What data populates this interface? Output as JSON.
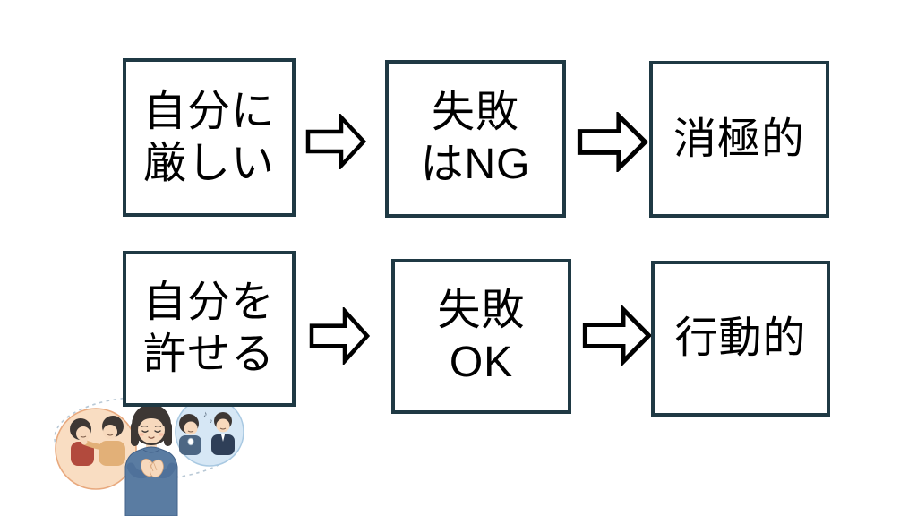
{
  "flow_rows": [
    {
      "name": "strict-self-row",
      "steps": [
        {
          "lines": [
            "自分に",
            "厳しい"
          ]
        },
        {
          "lines": [
            "失敗",
            "はNG"
          ]
        },
        {
          "lines": [
            "消極的"
          ]
        }
      ]
    },
    {
      "name": "forgiving-self-row",
      "steps": [
        {
          "lines": [
            "自分を",
            "許せる"
          ]
        },
        {
          "lines": [
            "失敗",
            "OK"
          ]
        },
        {
          "lines": [
            "行動的"
          ]
        }
      ]
    }
  ],
  "arrows": {
    "glyph": "block-right-arrow"
  },
  "colors": {
    "box_border": "#1f3944",
    "box_fill": "#ffffff",
    "arrow_stroke": "#000000",
    "arrow_fill": "#ffffff",
    "text": "#000000"
  },
  "illustration": {
    "music_note": "♪",
    "palette": {
      "dashed_outline": "#b9c9d6",
      "left_bubble_fill": "#f9ddc2",
      "left_bubble_stroke": "#e8a97e",
      "right_bubble_fill": "#d6e7f5",
      "right_bubble_stroke": "#a9c9e2",
      "skin": "#f7d9bd",
      "hair": "#3d3734",
      "sweater_blue": "#5a7ca2",
      "red_top": "#b24a3d",
      "tan_jacket": "#e2b078",
      "navy_suit": "#2f3f58",
      "blue_top": "#4d6784"
    }
  }
}
